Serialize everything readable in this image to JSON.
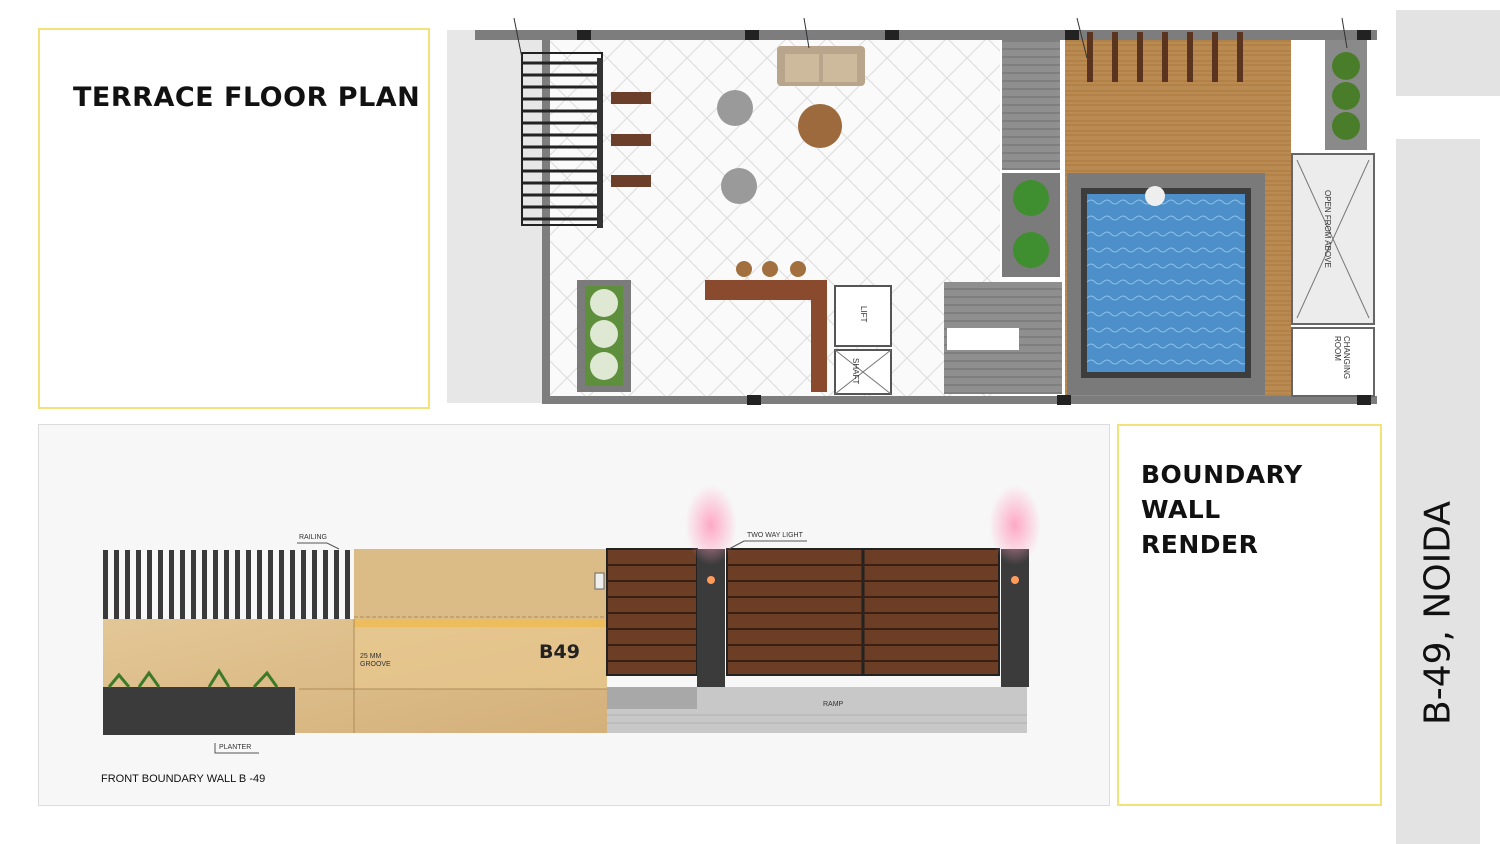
{
  "slide": {
    "terrace_title": "TERRACE FLOOR PLAN",
    "boundary_title": [
      "BOUNDARY",
      "WALL",
      "RENDER"
    ],
    "side_title": "B-49, NOIDA"
  },
  "floor_plan": {
    "labels": {
      "lift": "LIFT",
      "shaft": "SHAFT",
      "open_from_above": "OPEN FROM ABOVE",
      "changing_room": "CHANGING ROOM"
    }
  },
  "elevation": {
    "labels": {
      "railing": "RAILING",
      "two_way_light": "TWO WAY LIGHT",
      "groove": [
        "25 MM",
        "GROOVE"
      ],
      "house_number": "B49",
      "ramp": "RAMP",
      "planter": "PLANTER",
      "caption": "FRONT BOUNDARY WALL B -49"
    }
  }
}
